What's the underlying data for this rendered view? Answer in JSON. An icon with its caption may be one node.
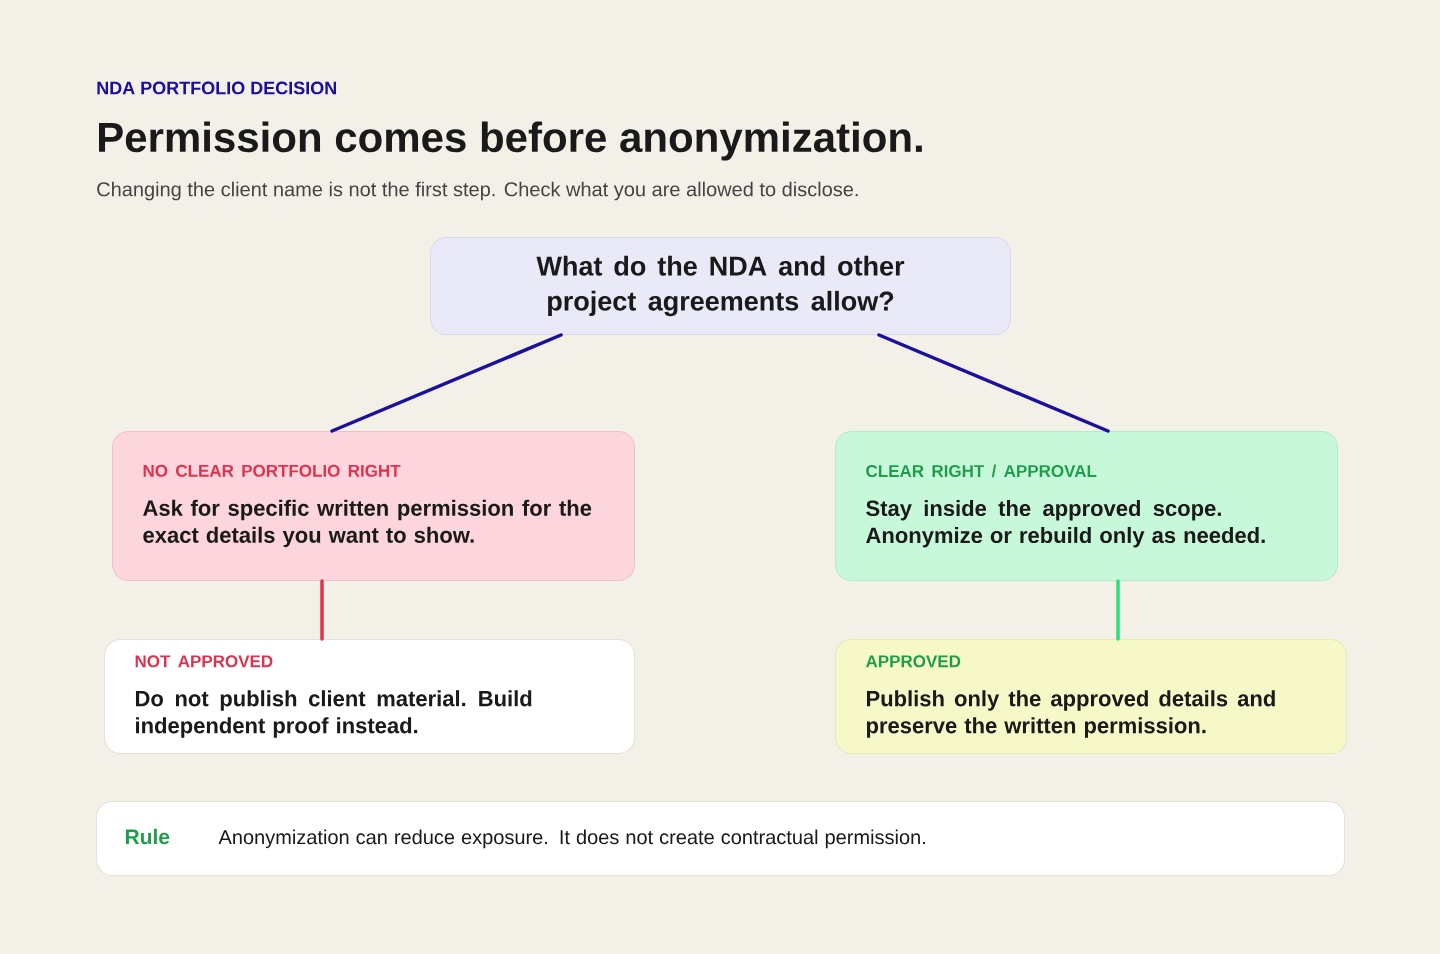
{
  "diagram": {
    "title": "Permission comes before anonymization.",
    "nodes": [
      {
        "text": [
          "What do the NDA and other project agreements allow?"
        ]
      },
      {
        "text": [
          "NO CLEAR PORTFOLIO RIGHT",
          "Ask for specific written permission for the exact details you want to show."
        ]
      },
      {
        "text": [
          "CLEAR RIGHT / APPROVAL",
          "Stay inside the approved scope. Anonymize or rebuild only as needed."
        ]
      },
      {
        "text": [
          "NOT APPROVED",
          "Do not publish client material. Build independent proof instead."
        ]
      },
      {
        "text": [
          "APPROVED",
          "Publish only the approved details and preserve the written permission."
        ]
      },
      {
        "text": [
          "Rule",
          "Anonymization can reduce exposure. It does not create contractual permission."
        ]
      }
    ],
    "edges": [
      {
        "from": 0,
        "to": 1,
        "arrow": "none"
      },
      {
        "from": 0,
        "to": 2,
        "arrow": "none"
      },
      {
        "from": 1,
        "to": 3,
        "arrow": "none",
        "color": "#e0314f"
      },
      {
        "from": 2,
        "to": 4,
        "arrow": "none",
        "color": "#2be07a"
      }
    ],
    "labels": [
      "NDA PORTFOLIO DECISION",
      "Changing the client name is not the first step. Check what you are allowed to disclose."
    ]
  }
}
